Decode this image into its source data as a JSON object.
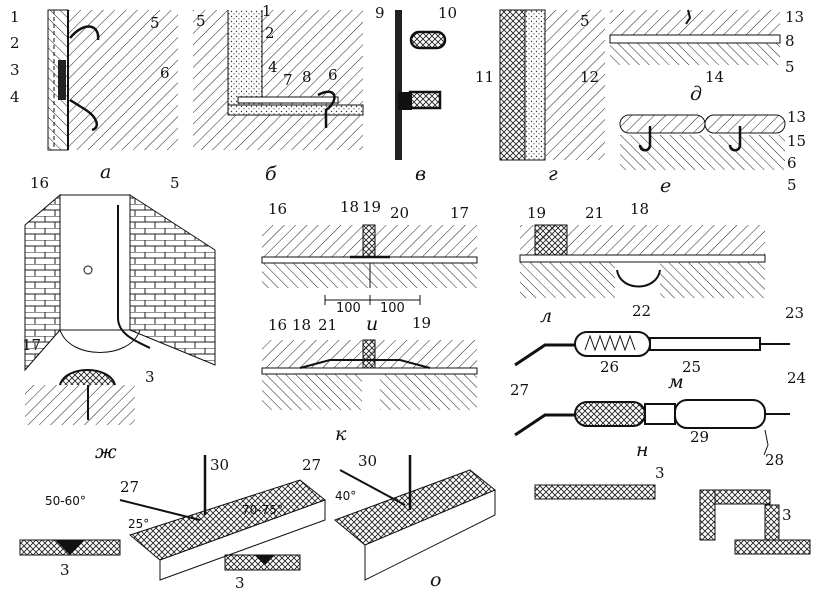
{
  "captions": {
    "a": "а",
    "b": "б",
    "v": "в",
    "g": "г",
    "d": "д",
    "e": "е",
    "zh": "ж",
    "i": "и",
    "k": "к",
    "l": "л",
    "m": "м",
    "n": "н",
    "o": "о"
  },
  "numbers": {
    "n1": "1",
    "n2": "2",
    "n3": "3",
    "n4": "4",
    "n5": "5",
    "n6": "6",
    "n7": "7",
    "n8": "8",
    "n9": "9",
    "n10": "10",
    "n11": "11",
    "n12": "12",
    "n13": "13",
    "n14": "14",
    "n15": "15",
    "n16": "16",
    "n17": "17",
    "n18": "18",
    "n19": "19",
    "n20": "20",
    "n21": "21",
    "n22": "22",
    "n23": "23",
    "n24": "24",
    "n25": "25",
    "n26": "26",
    "n27": "27",
    "n28": "28",
    "n29": "29",
    "n30": "30"
  },
  "dimensions": {
    "left": "100",
    "right": "100"
  },
  "angles": {
    "a1": "50-60°",
    "a2": "25°",
    "a3": "70-75°",
    "a4": "40°"
  }
}
